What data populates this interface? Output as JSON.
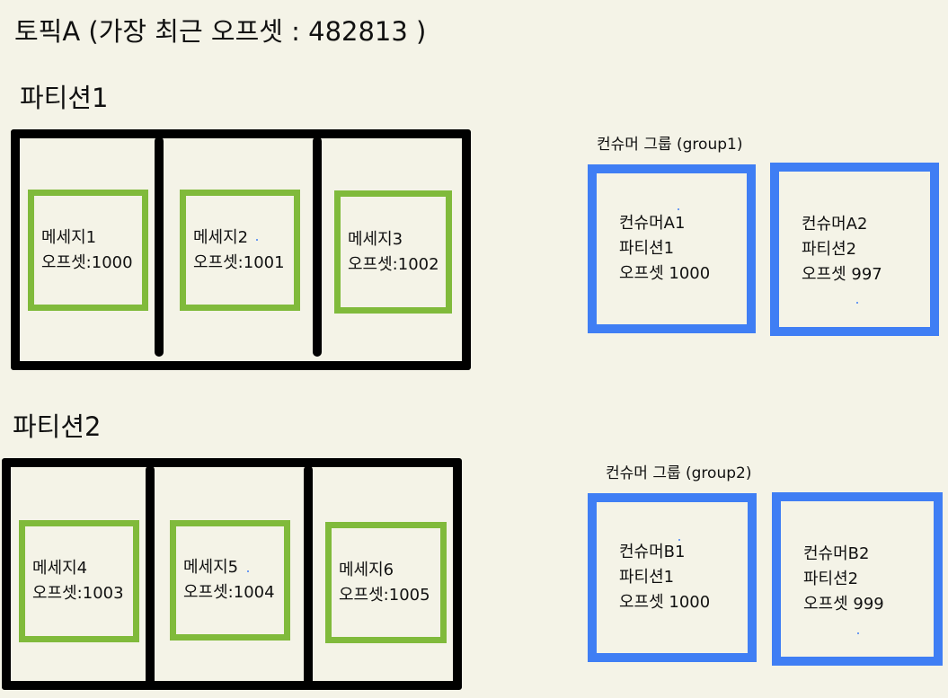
{
  "title": "토픽A (가장 최근 오프셋 : 482813 )",
  "partitions": [
    {
      "label": "파티션1",
      "messages": [
        {
          "name": "메세지1",
          "offset": "오프셋:1000"
        },
        {
          "name": "메세지2",
          "offset": "오프셋:1001"
        },
        {
          "name": "메세지3",
          "offset": "오프셋:1002"
        }
      ]
    },
    {
      "label": "파티션2",
      "messages": [
        {
          "name": "메세지4",
          "offset": "오프셋:1003"
        },
        {
          "name": "메세지5",
          "offset": "오프셋:1004"
        },
        {
          "name": "메세지6",
          "offset": "오프셋:1005"
        }
      ]
    }
  ],
  "consumer_groups": [
    {
      "label": "컨슈머 그룹 (group1)",
      "consumers": [
        {
          "name": "컨슈머A1",
          "partition": "파티션1",
          "offset": "오프셋 1000"
        },
        {
          "name": "컨슈머A2",
          "partition": "파티션2",
          "offset": "오프셋 997"
        }
      ]
    },
    {
      "label": "컨슈머 그룹 (group2)",
      "consumers": [
        {
          "name": "컨슈머B1",
          "partition": "파티션1",
          "offset": "오프셋 1000"
        },
        {
          "name": "컨슈머B2",
          "partition": "파티션2",
          "offset": "오프셋 999"
        }
      ]
    }
  ],
  "colors": {
    "background": "#f4f3e7",
    "partition_border": "#000000",
    "message_border": "#80ba3b",
    "consumer_border": "#3f7ef4"
  }
}
